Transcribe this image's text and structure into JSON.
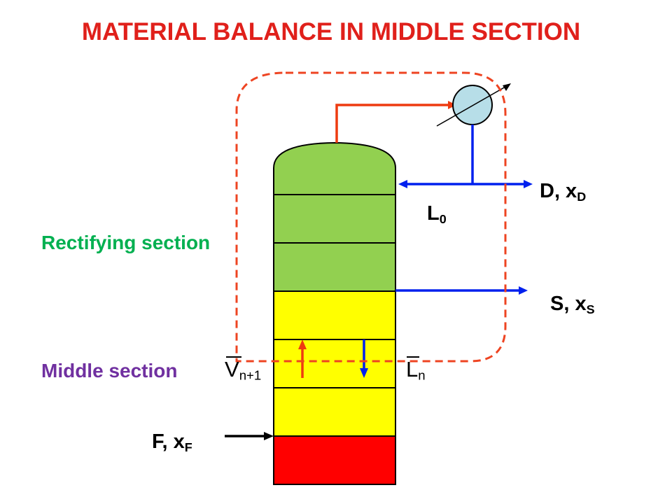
{
  "title": "MATERIAL BALANCE IN MIDDLE SECTION",
  "colors": {
    "title": "#e0201b",
    "rectifying_label": "#00b050",
    "middle_label": "#7030a0",
    "rectifying_fill": "#92d050",
    "middle_fill": "#ffff00",
    "bottom_fill": "#ff0000",
    "vapor_line": "#ee3b10",
    "liquid_line": "#0020ee",
    "condenser_fill": "#b7dee8",
    "boundary": "#ee4422"
  },
  "sections": {
    "rectifying": "Rectifying section",
    "middle": "Middle section"
  },
  "streams": {
    "distillate": {
      "name": "D, x",
      "sub": "D"
    },
    "side": {
      "name": "S, x",
      "sub": "S"
    },
    "feed": {
      "name": "F, x",
      "sub": "F"
    },
    "reflux": {
      "name": "L",
      "sub": "0"
    },
    "vapor": {
      "name": "V",
      "sub": "n+1"
    },
    "liquid": {
      "name": "L",
      "sub": "n"
    }
  }
}
